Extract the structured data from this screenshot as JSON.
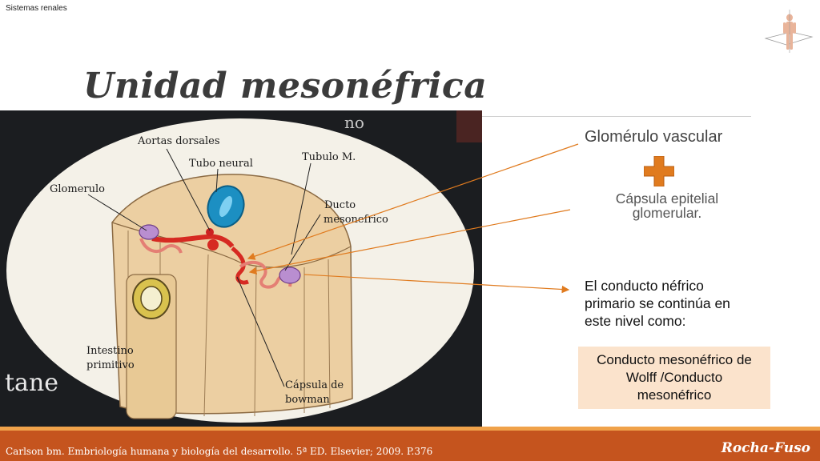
{
  "header": {
    "section_label": "Sistemas renales",
    "title": "Unidad mesonéfrica"
  },
  "figure": {
    "labels": {
      "aortas": "Aortas dorsales",
      "tubo": "Tubo neural",
      "tubulo": "Tubulo M.",
      "glomerulo": "Glomerulo",
      "ducto": "Ducto",
      "ducto2": "mesonefrico",
      "intestino": "Intestino",
      "primitivo": "primitivo",
      "capsula": "Cápsula de",
      "bowman": "bowman",
      "bg_no": "no",
      "bg_tane": "tane"
    }
  },
  "annotations": {
    "glomerulo": "Glomérulo vascular",
    "capsula_line1": "Cápsula epitelial",
    "capsula_line2": "glomerular.",
    "conducto_line1": "El conducto néfrico",
    "conducto_line2": "primario se continúa en",
    "conducto_line3": "este nivel como:",
    "answer_line1": "Conducto mesonéfrico de",
    "answer_line2": "Wolff /Conducto",
    "answer_line3": "mesonéfrico"
  },
  "footer": {
    "citation": "Carlson bm. Embriología humana y biología del desarrollo. 5ª ED. Elsevier; 2009. P.376",
    "brand": "Rocha-Fuso"
  },
  "colors": {
    "accent": "#c5541e",
    "stripe": "#f0a24a",
    "plus": "#e07b1f",
    "answer_bg": "#fbe3cc"
  }
}
